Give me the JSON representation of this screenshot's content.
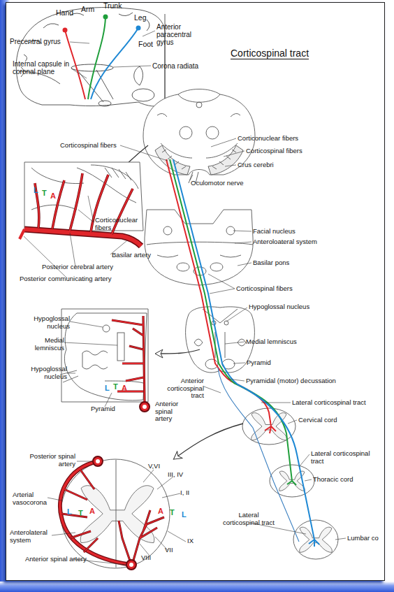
{
  "diagram": {
    "title": "Corticospinal tract",
    "labels": [
      "Hand",
      "Arm",
      "Trunk",
      "Leg",
      "Anterior paracentral gyrus",
      "Foot",
      "Precentral gyrus",
      "Internal capsule in coronal plane",
      "Corona radiata",
      "Corticonuclear fibers",
      "Corticospinal fibers",
      "Corticospinal fibers",
      "Crus cerebri",
      "Oculomotor nerve",
      "L",
      "T",
      "A",
      "Corticonuclear fibers",
      "Basilar artery",
      "Posterior cerebral artery",
      "Posterior communicating artery",
      "Facial nucleus",
      "Anteroloateral system",
      "Basilar pons",
      "Corticospinal fibers",
      "Hypoglossal nucleus",
      "Hypoglossal nucleus",
      "Medial lemniscus",
      "Medial lemniscus",
      "Hypoglossal nucleus",
      "L",
      "T",
      "A",
      "Pyramid",
      "Pyramidal (motor) decussation",
      "Anterior corticospinal tract",
      "Lateral corticospinal tract",
      "Pyramid",
      "Anterior spinal artery",
      "Cervical cord",
      "Lateral corticospinal tract",
      "Thoracic cord",
      "Posterior spinal artery",
      "V,VI",
      "III, IV",
      "I, II",
      "Arterial vasocorona",
      "L",
      "T",
      "A",
      "A",
      "T",
      "L",
      "Lateral corticospinal tract",
      "Anterolateral system",
      "IX",
      "VII",
      "VIII",
      "Lumbar co",
      "Anterior spinal artery"
    ]
  }
}
